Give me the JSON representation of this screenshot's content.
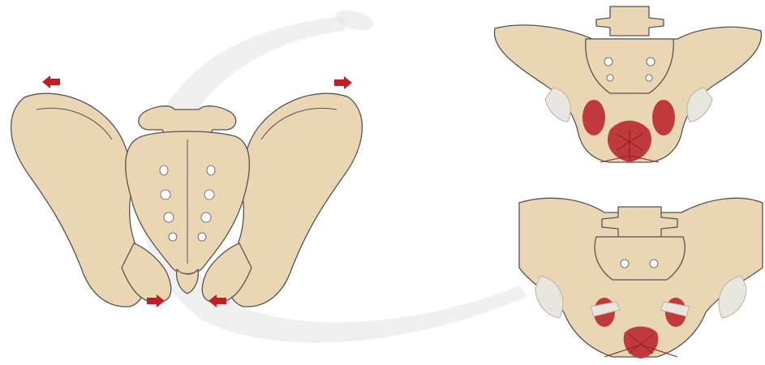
{
  "figure": {
    "panels": [
      {
        "id": "pelvis-posterior-view"
      },
      {
        "id": "pelvis-anterior-view-top"
      },
      {
        "id": "pelvis-anterior-view-bottom"
      }
    ],
    "arrows": [
      {
        "id": "arrow-upper-left",
        "direction": "left"
      },
      {
        "id": "arrow-upper-right",
        "direction": "right"
      },
      {
        "id": "arrow-lower-left",
        "direction": "right"
      },
      {
        "id": "arrow-lower-right",
        "direction": "left"
      }
    ],
    "watermark": {
      "shape": "large-letter-c",
      "color": "#e4e4e4"
    }
  },
  "colors": {
    "bone": "#ead6b3",
    "bone_shade": "#d6bf98",
    "outline": "#555555",
    "cartilage": "#e9e6df",
    "muscle": "#c0393d",
    "muscle_dark": "#8e2226",
    "arrow": "#c41e24",
    "watermark": "#e4e4e4"
  }
}
